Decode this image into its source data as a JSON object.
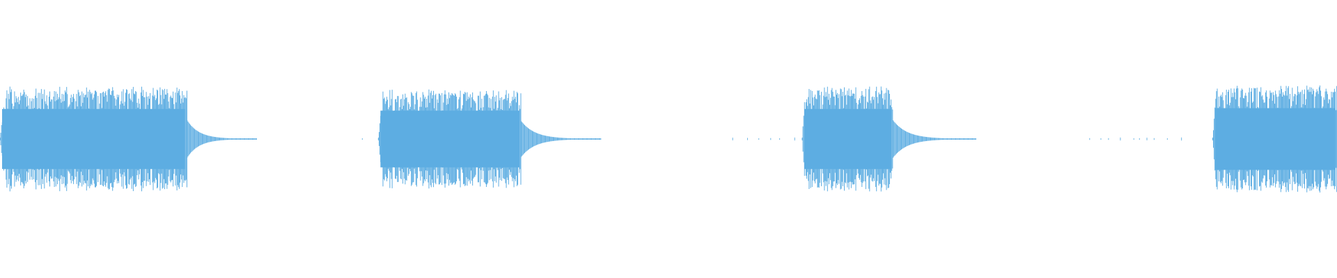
{
  "waveform": {
    "color": "#5dade2",
    "background": "#ffffff",
    "duration_fraction_per_region": true,
    "regions": [
      {
        "start": 0.0,
        "end": 0.14,
        "amplitude": 0.36,
        "tail_end": 0.192
      },
      {
        "start": 0.283,
        "end": 0.39,
        "amplitude": 0.34,
        "tail_end": 0.45
      },
      {
        "start": 0.6,
        "end": 0.668,
        "amplitude": 0.36,
        "tail_end": 0.73
      },
      {
        "start": 0.907,
        "end": 1.0,
        "amplitude": 0.37,
        "tail_end": 1.0
      }
    ],
    "sparse_dots": [
      [
        0.271,
        0.274
      ],
      [
        0.548,
        0.598
      ],
      [
        0.815,
        0.885
      ]
    ]
  }
}
